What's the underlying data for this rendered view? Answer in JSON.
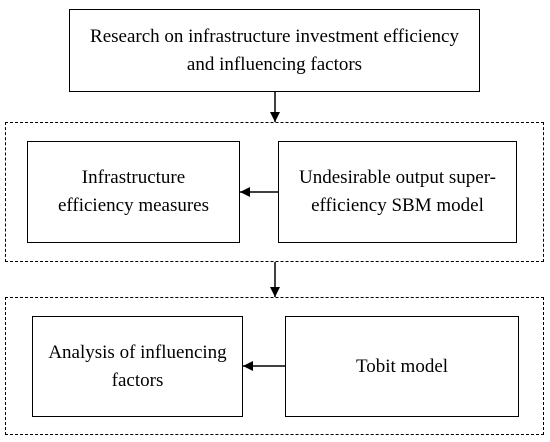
{
  "diagram": {
    "nodes": {
      "research": {
        "line1": "Research on infrastructure investment efficiency",
        "line2": "and influencing factors"
      },
      "efficiency_measures": {
        "line1": "Infrastructure",
        "line2": "efficiency measures"
      },
      "sbm_model": {
        "line1": "Undesirable output super-",
        "line2": "efficiency SBM model"
      },
      "influencing_analysis": {
        "line1": "Analysis of influencing",
        "line2": "factors"
      },
      "tobit_model": {
        "line1": "Tobit model"
      }
    },
    "edges": [
      {
        "from": "research",
        "to": "stage-1-group"
      },
      {
        "from": "sbm_model",
        "to": "efficiency_measures"
      },
      {
        "from": "stage-1-group",
        "to": "stage-2-group"
      },
      {
        "from": "tobit_model",
        "to": "influencing_analysis"
      }
    ],
    "style": {
      "line_color": "#000000",
      "background": "#ffffff"
    }
  }
}
